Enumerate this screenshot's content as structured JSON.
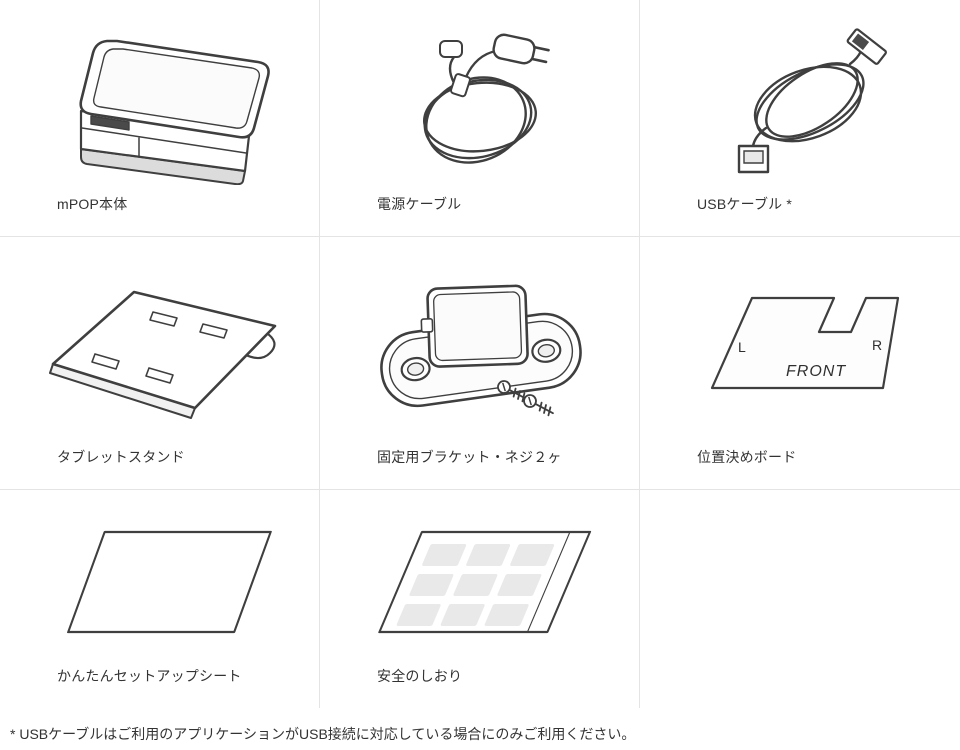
{
  "page": {
    "background": "#ffffff",
    "divider_color": "#e4e4e4",
    "line_color": "#3f3f3f"
  },
  "items": [
    {
      "label": "mPOP本体",
      "icon": "mpop-unit-icon"
    },
    {
      "label": "電源ケーブル",
      "icon": "power-cable-icon"
    },
    {
      "label": "USBケーブル *",
      "icon": "usb-cable-icon"
    },
    {
      "label": "タブレットスタンド",
      "icon": "tablet-stand-icon"
    },
    {
      "label": "固定用ブラケット・ネジ２ヶ",
      "icon": "bracket-screws-icon"
    },
    {
      "label": "位置決めボード",
      "icon": "positioning-board-icon"
    },
    {
      "label": "かんたんセットアップシート",
      "icon": "setup-sheet-icon"
    },
    {
      "label": "安全のしおり",
      "icon": "safety-booklet-icon"
    }
  ],
  "positioning_board": {
    "left": "L",
    "right": "R",
    "front": "FRONT"
  },
  "footnote": "* USBケーブルはご利用のアプリケーションがUSB接続に対応している場合にのみご利用ください。"
}
